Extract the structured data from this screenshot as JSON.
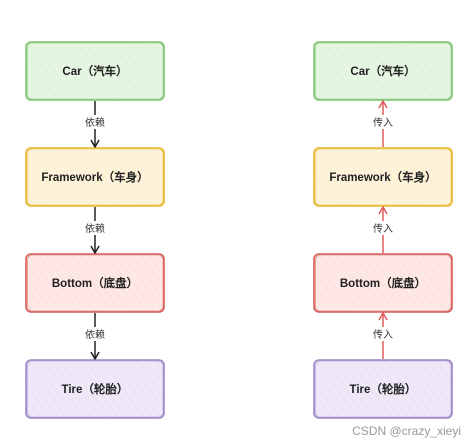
{
  "left_diagram": {
    "nodes": [
      {
        "label": "Car（汽车）",
        "fill": "#e3f4df",
        "stroke": "#7cc36e"
      },
      {
        "label": "Framework（车身）",
        "fill": "#fdf2d6",
        "stroke": "#e8b52a"
      },
      {
        "label": "Bottom（底盘）",
        "fill": "#fde5e3",
        "stroke": "#d65b55"
      },
      {
        "label": "Tire（轮胎）",
        "fill": "#ece6f6",
        "stroke": "#9b85c6"
      }
    ],
    "edges": [
      {
        "label": "依赖",
        "direction": "down",
        "color": "#222222"
      },
      {
        "label": "依赖",
        "direction": "down",
        "color": "#222222"
      },
      {
        "label": "依赖",
        "direction": "down",
        "color": "#222222"
      }
    ]
  },
  "right_diagram": {
    "nodes": [
      {
        "label": "Car（汽车）",
        "fill": "#e3f4df",
        "stroke": "#7cc36e"
      },
      {
        "label": "Framework（车身）",
        "fill": "#fdf2d6",
        "stroke": "#e8b52a"
      },
      {
        "label": "Bottom（底盘）",
        "fill": "#fde5e3",
        "stroke": "#d65b55"
      },
      {
        "label": "Tire（轮胎）",
        "fill": "#ece6f6",
        "stroke": "#9b85c6"
      }
    ],
    "edges": [
      {
        "label": "传入",
        "direction": "up",
        "color": "#e05a5a"
      },
      {
        "label": "传入",
        "direction": "up",
        "color": "#e05a5a"
      },
      {
        "label": "传入",
        "direction": "up",
        "color": "#e05a5a"
      }
    ]
  },
  "watermark": "CSDN @crazy_xieyi"
}
